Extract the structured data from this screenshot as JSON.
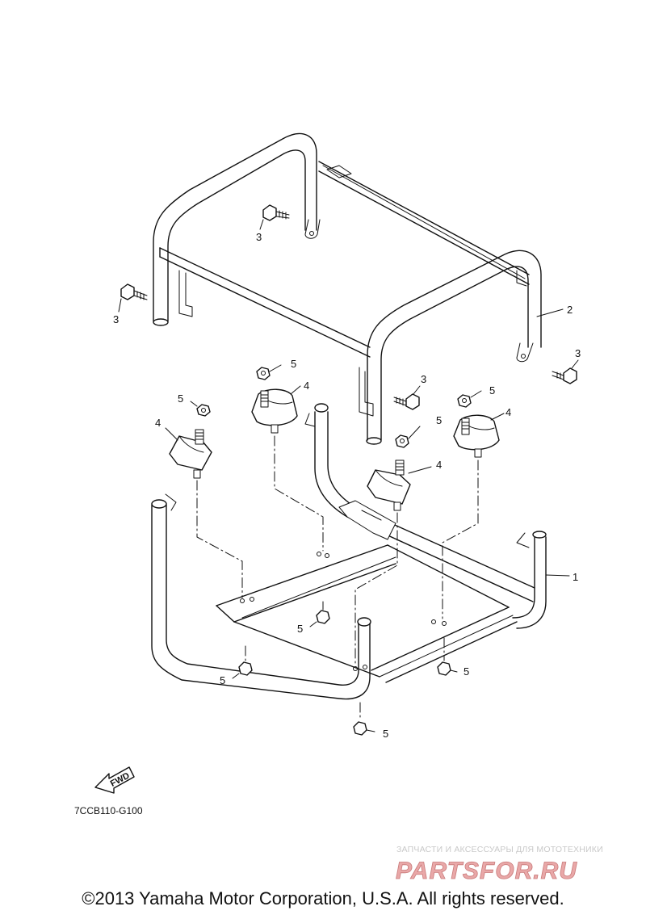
{
  "diagram": {
    "callouts": [
      {
        "id": "frame-lower",
        "label": "1"
      },
      {
        "id": "frame-upper",
        "label": "2"
      },
      {
        "id": "bolt-a",
        "label": "3"
      },
      {
        "id": "bolt-b",
        "label": "3"
      },
      {
        "id": "bolt-c",
        "label": "3"
      },
      {
        "id": "bolt-d",
        "label": "3"
      },
      {
        "id": "mount-a",
        "label": "4"
      },
      {
        "id": "mount-b",
        "label": "4"
      },
      {
        "id": "mount-c",
        "label": "4"
      },
      {
        "id": "mount-d",
        "label": "4"
      },
      {
        "id": "nut-top-a",
        "label": "5"
      },
      {
        "id": "nut-top-b",
        "label": "5"
      },
      {
        "id": "nut-top-c",
        "label": "5"
      },
      {
        "id": "nut-top-d",
        "label": "5"
      },
      {
        "id": "nut-bot-a",
        "label": "5"
      },
      {
        "id": "nut-bot-b",
        "label": "5"
      },
      {
        "id": "nut-bot-c",
        "label": "5"
      },
      {
        "id": "nut-bot-d",
        "label": "5"
      }
    ],
    "fwd_label": "FWD",
    "diagram_code": "7CCB110-G100"
  },
  "watermark": {
    "tagline": "ЗАПЧАСТИ И АКСЕССУАРЫ ДЛЯ МОТОТЕХНИКИ",
    "brand": "PARTSFOR.RU"
  },
  "footer": {
    "copyright": "©2013 Yamaha Motor Corporation, U.S.A. All rights reserved."
  }
}
